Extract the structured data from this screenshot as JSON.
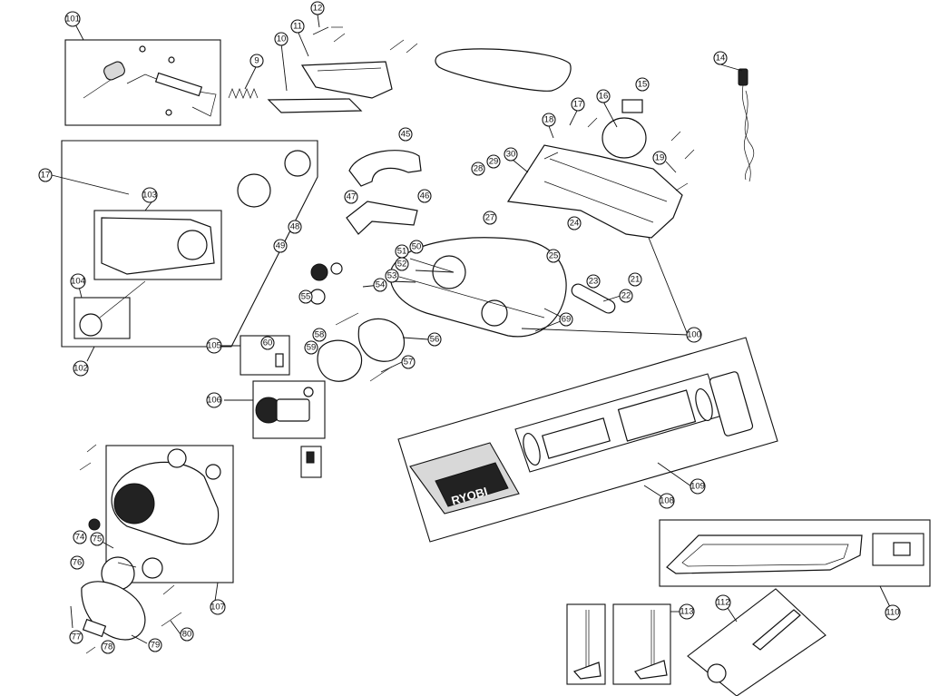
{
  "diagram": {
    "brand_logo": "RYOBI",
    "callouts": [
      "101",
      "12",
      "11",
      "10",
      "9",
      "14",
      "15",
      "16",
      "17",
      "18",
      "19",
      "30",
      "29",
      "28",
      "45",
      "47",
      "46",
      "17",
      "103",
      "104",
      "102",
      "48",
      "49",
      "50",
      "51",
      "52",
      "53",
      "54",
      "55",
      "27",
      "24",
      "25",
      "23",
      "21",
      "22",
      "69",
      "100",
      "56",
      "58",
      "59",
      "57",
      "105",
      "60",
      "106",
      "74",
      "75",
      "76",
      "77",
      "78",
      "79",
      "80",
      "107",
      "108",
      "109",
      "110",
      "112",
      "113"
    ]
  }
}
